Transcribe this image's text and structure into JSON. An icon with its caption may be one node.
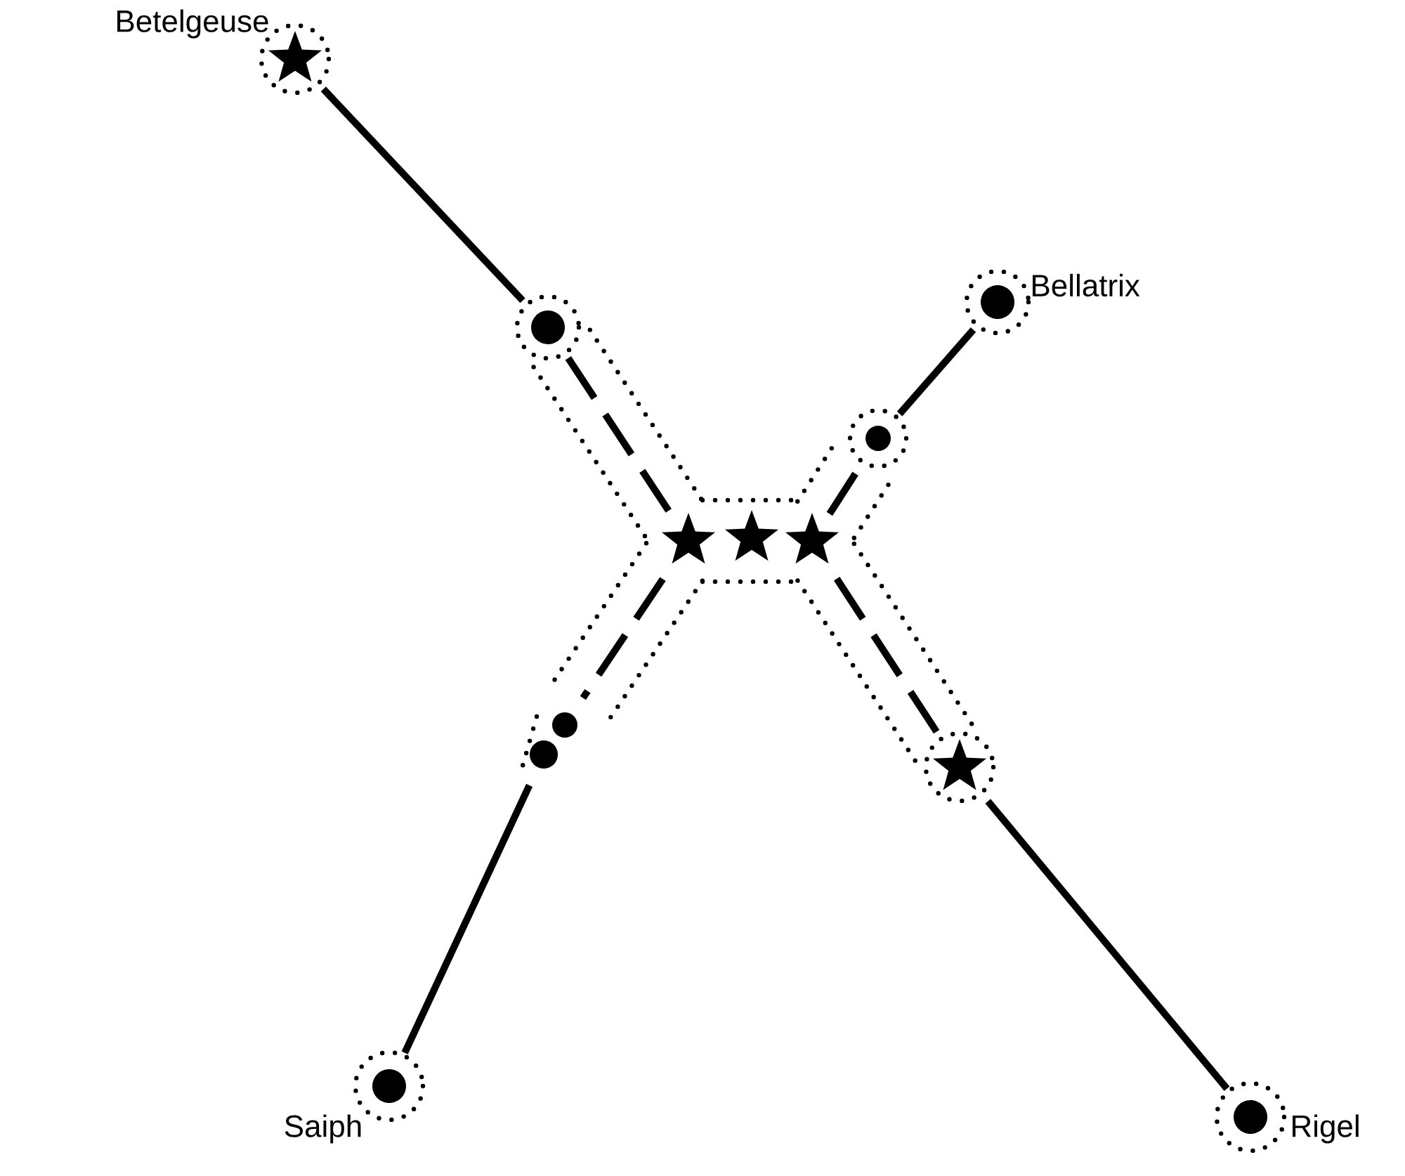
{
  "diagram": {
    "nodes": [
      {
        "text": [],
        "shape": "star",
        "beside": [
          "Betelgeuse"
        ]
      },
      {
        "text": [],
        "shape": "circle"
      },
      {
        "text": [],
        "shape": "circle",
        "beside": [
          "Bellatrix"
        ]
      },
      {
        "text": [],
        "shape": "circle"
      },
      {
        "text": [],
        "shape": "star"
      },
      {
        "text": [],
        "shape": "star"
      },
      {
        "text": [],
        "shape": "star"
      },
      {
        "text": [],
        "shape": "circle"
      },
      {
        "text": [],
        "shape": "circle"
      },
      {
        "text": [],
        "shape": "star"
      },
      {
        "text": [],
        "shape": "circle",
        "beside": [
          "Saiph"
        ]
      },
      {
        "text": [],
        "shape": "circle",
        "beside": [
          "Rigel"
        ]
      }
    ],
    "edges": [
      {
        "from": 0,
        "to": 1,
        "arrow": "none"
      },
      {
        "from": 1,
        "to": 4,
        "arrow": "none",
        "style": "dashed"
      },
      {
        "from": 6,
        "to": 3,
        "arrow": "none",
        "style": "dashed"
      },
      {
        "from": 3,
        "to": 2,
        "arrow": "none"
      },
      {
        "from": 4,
        "to": 7,
        "arrow": "none",
        "style": "dashed"
      },
      {
        "from": 8,
        "to": 10,
        "arrow": "none"
      },
      {
        "from": 6,
        "to": 9,
        "arrow": "none",
        "style": "dashed"
      },
      {
        "from": 9,
        "to": 11,
        "arrow": "none"
      }
    ]
  }
}
